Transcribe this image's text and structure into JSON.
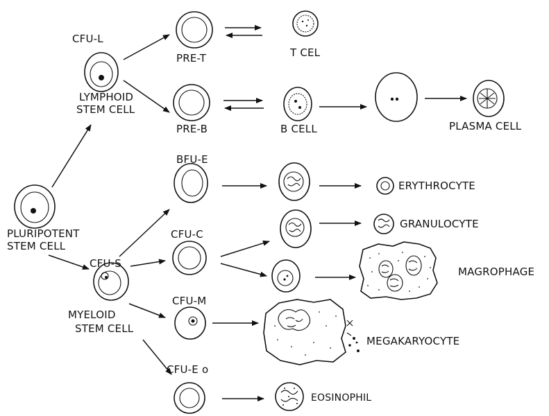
{
  "labels": {
    "cfu_l": "CFU-L",
    "lymphoid": "LYMPHOID",
    "lymphoid_stem": "STEM CELL",
    "pre_t": "PRE-T",
    "t_cel": "T CEL",
    "pre_b": "PRE-B",
    "b_cell": "B CELL",
    "plasma_cell": "PLASMA CELL",
    "bfu_e": "BFU-E",
    "erythrocyte": "ERYTHROCYTE",
    "pluripotent": "PLURIPOTENT",
    "pluripotent_stem": "STEM CELL",
    "cfu_c": "CFU-C",
    "granulocyte": "GRANULOCYTE",
    "cfu_s": "CFU-S",
    "magrophage": "MAGROPHAGE",
    "myeloid": "MYELOID",
    "myeloid_stem": "STEM CELL",
    "cfu_m": "CFU-M",
    "megakaryocyte": "MEGAKARYOCYTE",
    "cfu_eo": "CFU-E",
    "cfu_eo_suffix": "o",
    "eosinophil": "EOSINOPHIL"
  }
}
